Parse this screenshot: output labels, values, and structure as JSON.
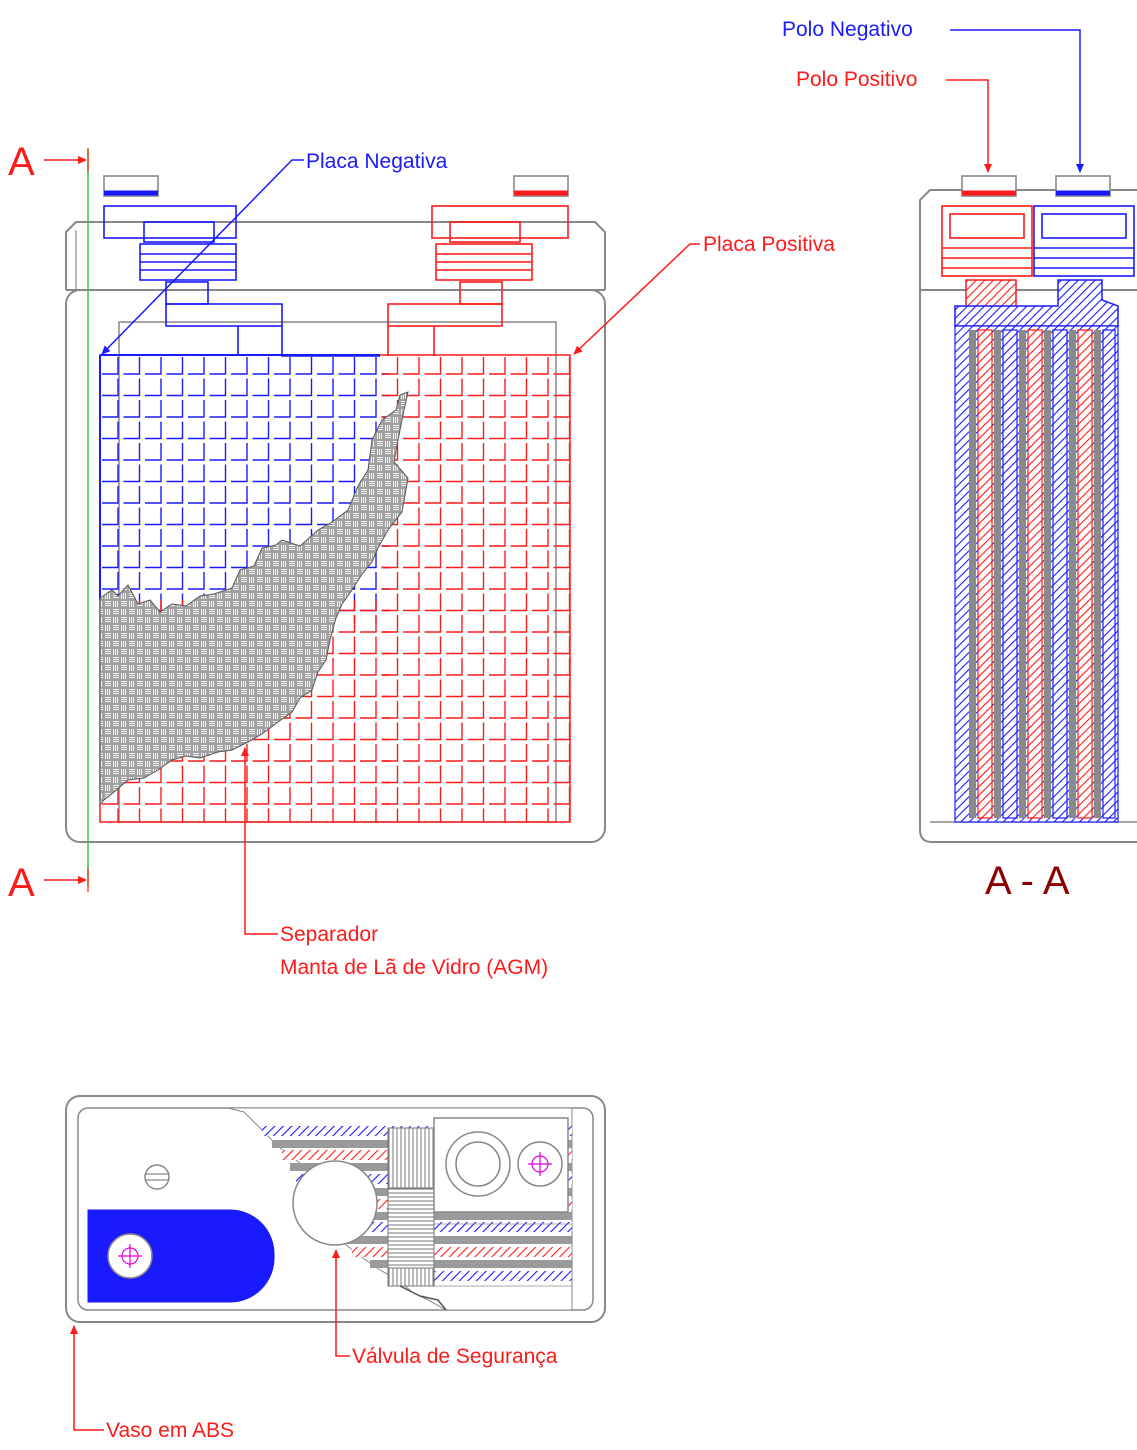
{
  "labels": {
    "section_marker": "A",
    "section_title": "A - A",
    "polo_negativo": "Polo Negativo",
    "polo_positivo": "Polo Positivo",
    "placa_negativa": "Placa Negativa",
    "placa_positiva": "Placa Positiva",
    "separador": "Separador",
    "manta": "Manta de Lã de Vidro (AGM)",
    "valvula": "Válvula de Segurança",
    "vaso": "Vaso em ABS"
  },
  "colors": {
    "negative": "#1a1aff",
    "positive": "#ff1a1a",
    "outline": "#888888",
    "section_line": "#2ecc40",
    "separator": "#9a9a9a",
    "title": "#8b0000",
    "center_mark": "#e000e0"
  }
}
